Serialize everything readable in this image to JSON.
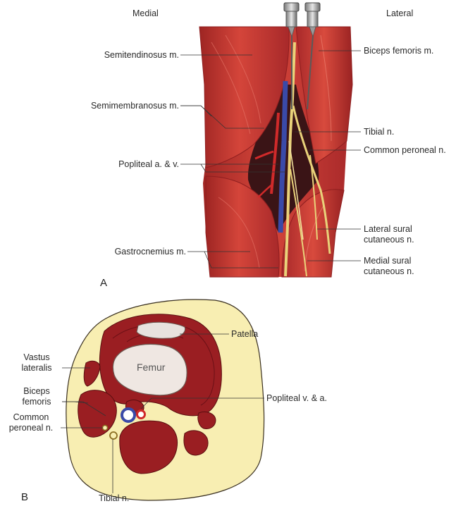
{
  "panel_a": {
    "letter": "A",
    "header_medial": "Medial",
    "header_lateral": "Lateral",
    "labels": {
      "semitendinosus": "Semitendinosus m.",
      "semimembranosus": "Semimembranosus m.",
      "popliteal": "Popliteal a. & v.",
      "gastrocnemius": "Gastrocnemius m.",
      "biceps_femoris": "Biceps femoris m.",
      "tibial": "Tibial n.",
      "common_peroneal": "Common peroneal n.",
      "lateral_sural_1": "Lateral sural",
      "lateral_sural_2": "cutaneous n.",
      "medial_sural_1": "Medial sural",
      "medial_sural_2": "cutaneous n."
    }
  },
  "panel_b": {
    "letter": "B",
    "labels": {
      "patella": "Patella",
      "femur": "Femur",
      "vastus_1": "Vastus",
      "vastus_2": "lateralis",
      "biceps_1": "Biceps",
      "biceps_2": "femoris",
      "peroneal_1": "Common",
      "peroneal_2": "peroneal n.",
      "popliteal": "Popliteal v. & a.",
      "tibial": "Tibial n."
    }
  },
  "colors": {
    "muscle": "#c8322c",
    "muscle_dark": "#8f1a1e",
    "nerve": "#e9d27a",
    "vein": "#3a4aa8",
    "artery": "#d02a2a",
    "fat": "#f8eeb2",
    "bone": "#efe7e2"
  }
}
